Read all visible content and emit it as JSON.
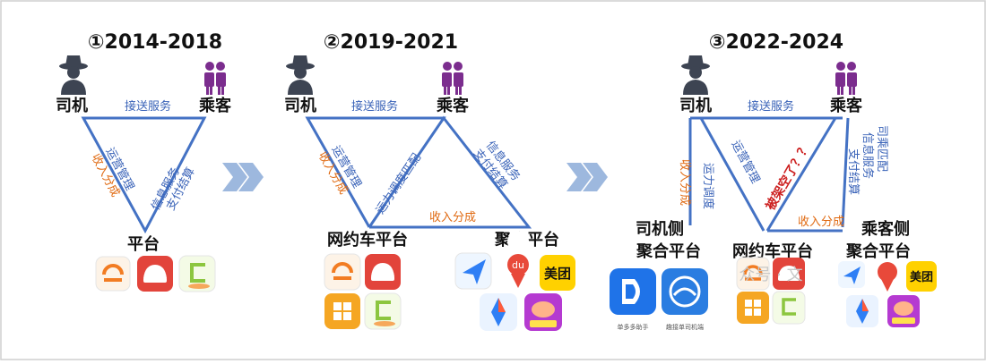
{
  "phases": [
    {
      "title": "①2014-2018",
      "driver": "司机",
      "passenger": "乘客",
      "top_edge": "接送服务",
      "left_edge_blue": "运营管理",
      "left_edge_orange": "收入分成",
      "right_edge_blue": "信息服务",
      "right_edge_blue2": "支付结算",
      "bottom": "平台"
    },
    {
      "title": "②2019-2021",
      "driver": "司机",
      "passenger": "乘客",
      "top_edge": "接送服务",
      "left_edge_blue": "运营管理",
      "left_edge_orange": "收入分成",
      "middle_edge": "运力调度匹配",
      "right_edge_blue": "信息服务",
      "right_edge_blue2": "支付结算",
      "bottom_edge": "收入分成",
      "bottom_left": "网约车平台",
      "bottom_right": "聚合平台",
      "meituan": "美团",
      "du": "du"
    },
    {
      "title": "③2022-2024",
      "driver": "司机",
      "passenger": "乘客",
      "top_edge": "接送服务",
      "left_edge_blue": "运力调度",
      "left_edge_orange": "收入分成",
      "mid_edge_blue": "运营管理",
      "mid_edge_red": "被架空了？？",
      "right_edge_blue": "司乘匹配",
      "right_edge_blue2": "信息服务",
      "right_edge_blue3": "支付结算",
      "bottom_edge": "收入分成",
      "driver_side_1": "司机侧",
      "driver_side_2": "聚合平台",
      "center": "网约车平台",
      "passenger_side_1": "乘客侧",
      "passenger_side_2": "聚合平台",
      "meituan": "美团",
      "app_caption_1": "单多多助手",
      "app_caption_2": "趣接单司机端",
      "watermark": "众号 · 文"
    }
  ],
  "colors": {
    "line": "#4472c4",
    "blue_text": "#3a63b8",
    "orange_text": "#e06a12",
    "red_text": "#cc1f1f",
    "arrow": "#9db8de",
    "passenger_icon": "#7b2d8e",
    "driver_icon": "#3d4452"
  },
  "icons": [
    "driver-icon",
    "passenger-icon",
    "chevron-right-icon",
    "app-icon"
  ]
}
